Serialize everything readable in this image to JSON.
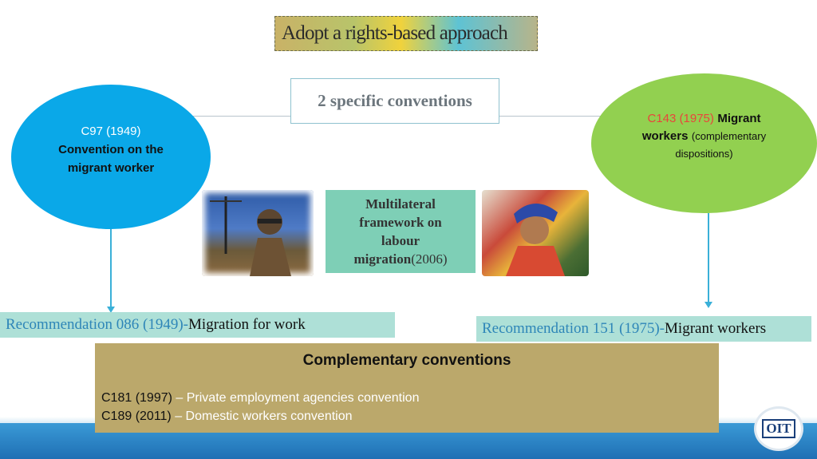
{
  "title": "Adopt a rights-based approach",
  "center_heading": "2 specific conventions",
  "left_convention": {
    "code": "C97 (1949)",
    "name_line1": "Convention on the",
    "name_line2": "migrant worker",
    "color": "#0aa8e8"
  },
  "right_convention": {
    "code": "C143 (1975)",
    "name": "Migrant",
    "name2": "workers",
    "note1": "(complementary",
    "note2": "dispositions)",
    "color": "#92d050",
    "code_color": "#e8463b"
  },
  "framework": {
    "line1": "Multilateral",
    "line2": "framework on",
    "line3": "labour",
    "line4": "migration",
    "year": "(2006)"
  },
  "recommendations": {
    "left_code": "Recommendation 086 (1949)-",
    "left_text": " Migration for work",
    "right_code": "Recommendation 151 (1975)-",
    "right_text": " Migrant workers"
  },
  "complementary": {
    "title": "Complementary conventions",
    "items": [
      {
        "code": "C181 (1997)",
        "desc": " – Private employment agencies convention"
      },
      {
        "code": "C189 (2011)",
        "desc": " – Domestic workers convention"
      }
    ]
  },
  "logo_text": "OIT",
  "icons": {
    "justice_image": "justice-statue-image",
    "worker_image": "migrant-worker-image"
  }
}
